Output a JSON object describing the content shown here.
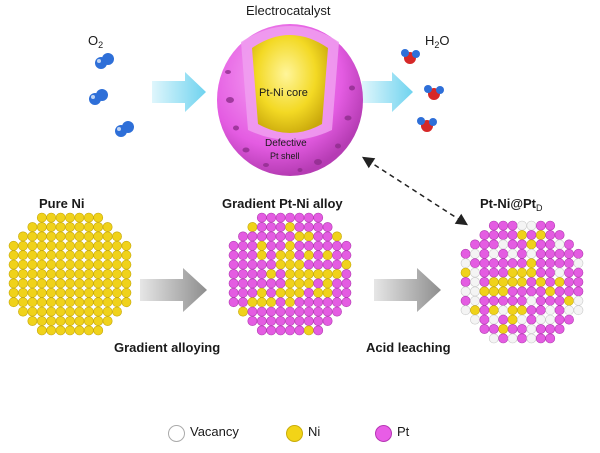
{
  "title": "Electrocatalyst",
  "reactant": {
    "main": "O",
    "sub": "2"
  },
  "product": {
    "main": "H",
    "sub": "2",
    "tail": "O"
  },
  "core_label": "Pt-Ni core",
  "shell_label": {
    "line1": "Defective",
    "line2": "Pt shell"
  },
  "stages": {
    "pure": "Pure Ni",
    "gradient": "Gradient Pt-Ni alloy",
    "final": {
      "main": "Pt-Ni@Pt",
      "sub": "D"
    }
  },
  "steps": {
    "alloying": "Gradient alloying",
    "leaching": "Acid leaching"
  },
  "legend": [
    {
      "label": "Vacancy",
      "color": "#ffffff",
      "border": "#aaaaaa"
    },
    {
      "label": "Ni",
      "color": "#f2d417",
      "border": "#c9ad0b"
    },
    {
      "label": "Pt",
      "color": "#e85de6",
      "border": "#b736b5"
    }
  ],
  "colors": {
    "ni": "#f0d21a",
    "pt": "#e45ce2",
    "vacancy": "#f4f4f4",
    "oxygen": "#d62828",
    "hydrogen": "#2e6fd8",
    "arrow_blue": "#86dcf2",
    "arrow_gray": "#8a8a8a"
  }
}
